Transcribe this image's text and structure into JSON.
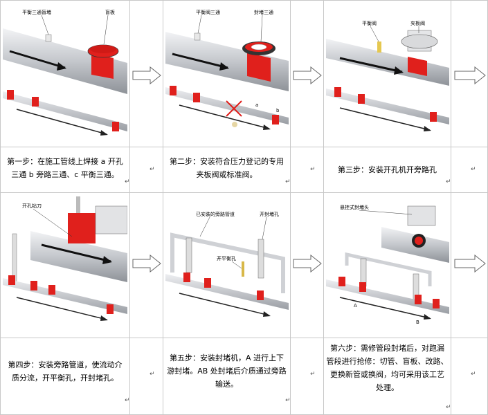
{
  "steps": [
    {
      "labels": [
        "平衡三通盲堵",
        "盲板"
      ],
      "caption_lines": [
        "第一步：在施工管线上焊接 a 开孔",
        "三通 b 旁路三通、c 平衡三通。"
      ]
    },
    {
      "labels": [
        "平衡阀三通",
        "封堵三通",
        "a",
        "b"
      ],
      "caption_lines": [
        "第二步：安装符合压力登记的专用",
        "夹板阀或标准阀。"
      ]
    },
    {
      "labels": [
        "平衡阀",
        "夹板阀"
      ],
      "caption_lines": [
        "第三步：安装开孔机开旁路孔"
      ]
    },
    {
      "labels": [
        "开孔钻刀"
      ],
      "caption_lines": [
        "第四步：安装旁路管道，使流动介",
        "质分流，开平衡孔，开封堵孔。"
      ]
    },
    {
      "labels": [
        "已安装的旁路管道",
        "开封堵孔",
        "开平衡孔"
      ],
      "caption_lines": [
        "第五步：安装封堵机，A 进行上下",
        "游封堵。AB 处封堵后介质通过旁路",
        "输送。"
      ]
    },
    {
      "labels": [
        "悬挂式封堵头",
        "A",
        "B"
      ],
      "caption_lines": [
        "第六步：需修管段封堵后，对跑漏",
        "管段进行抢修：切管、盲板、改路、",
        "更换新管或换阀，均可采用该工艺",
        "处理。"
      ]
    }
  ],
  "cell_marks": [
    "↵",
    "↵",
    "↵",
    "↵",
    "↵",
    "↵",
    "↵",
    "↵",
    "↵",
    "↵",
    "↵",
    "↵"
  ],
  "colors": {
    "accent_red": "#e0201c",
    "pipe_gray": "#c9cbcf",
    "grid": "#c8c8c8"
  }
}
